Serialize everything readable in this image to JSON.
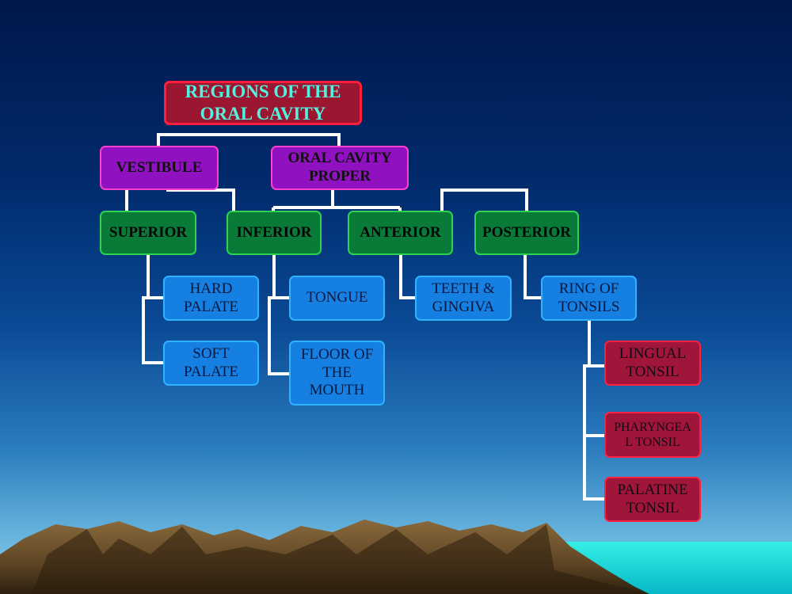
{
  "diagram": {
    "root": "REGIONS OF THE ORAL CAVITY",
    "vestibule": "VESTIBULE",
    "oral_cavity_proper": "ORAL CAVITY PROPER",
    "superior": "SUPERIOR",
    "inferior": "INFERIOR",
    "anterior": "ANTERIOR",
    "posterior": "POSTERIOR",
    "hard_palate": "HARD PALATE",
    "soft_palate": "SOFT PALATE",
    "tongue": "TONGUE",
    "floor_of_the_mouth": "FLOOR OF THE MOUTH",
    "teeth_gingiva": "TEETH & GINGIVA",
    "ring_of_tonsils": "RING OF TONSILS",
    "lingual_tonsil": "LINGUAL TONSIL",
    "pharyngeal_tonsil": "PHARYNGEA L TONSIL",
    "palatine_tonsil": "PALATINE TONSIL"
  },
  "colors": {
    "background_top": "#00184a",
    "background_bottom": "#8fd3ee",
    "connector": "#ffffff",
    "root_fill": "#9b1630",
    "purple_fill": "#8f11bf",
    "green_fill": "#0a7a38",
    "blue_fill": "#1580e2",
    "red_fill": "#a0153a"
  }
}
